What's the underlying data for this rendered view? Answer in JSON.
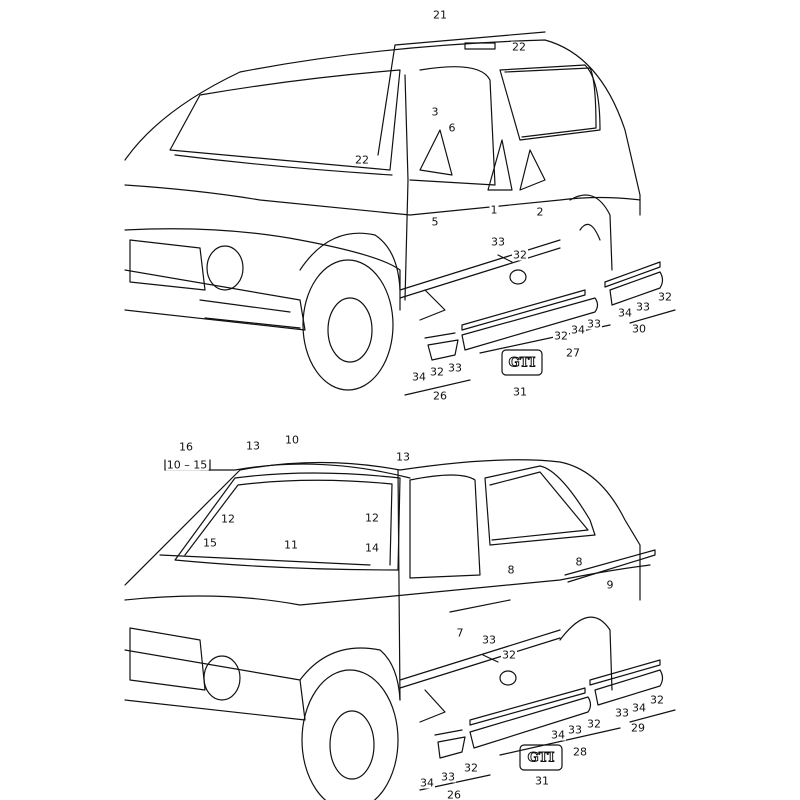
{
  "top_diagram": {
    "callouts": [
      "21",
      "22",
      "22",
      "3",
      "6",
      "1",
      "2",
      "5",
      "33",
      "32",
      "34",
      "33",
      "32",
      "30",
      "32",
      "34",
      "33",
      "27",
      "34",
      "32",
      "33",
      "26",
      "31"
    ],
    "badge_text": "GTI"
  },
  "bottom_diagram": {
    "group_label": "16",
    "group_range": "10 – 15",
    "callouts": [
      "13",
      "10",
      "13",
      "12",
      "12",
      "15",
      "11",
      "14",
      "8",
      "8",
      "9",
      "7",
      "33",
      "32",
      "34",
      "33",
      "32",
      "28",
      "33",
      "34",
      "32",
      "29",
      "34",
      "33",
      "32",
      "26",
      "31"
    ],
    "badge_text": "GTI"
  }
}
